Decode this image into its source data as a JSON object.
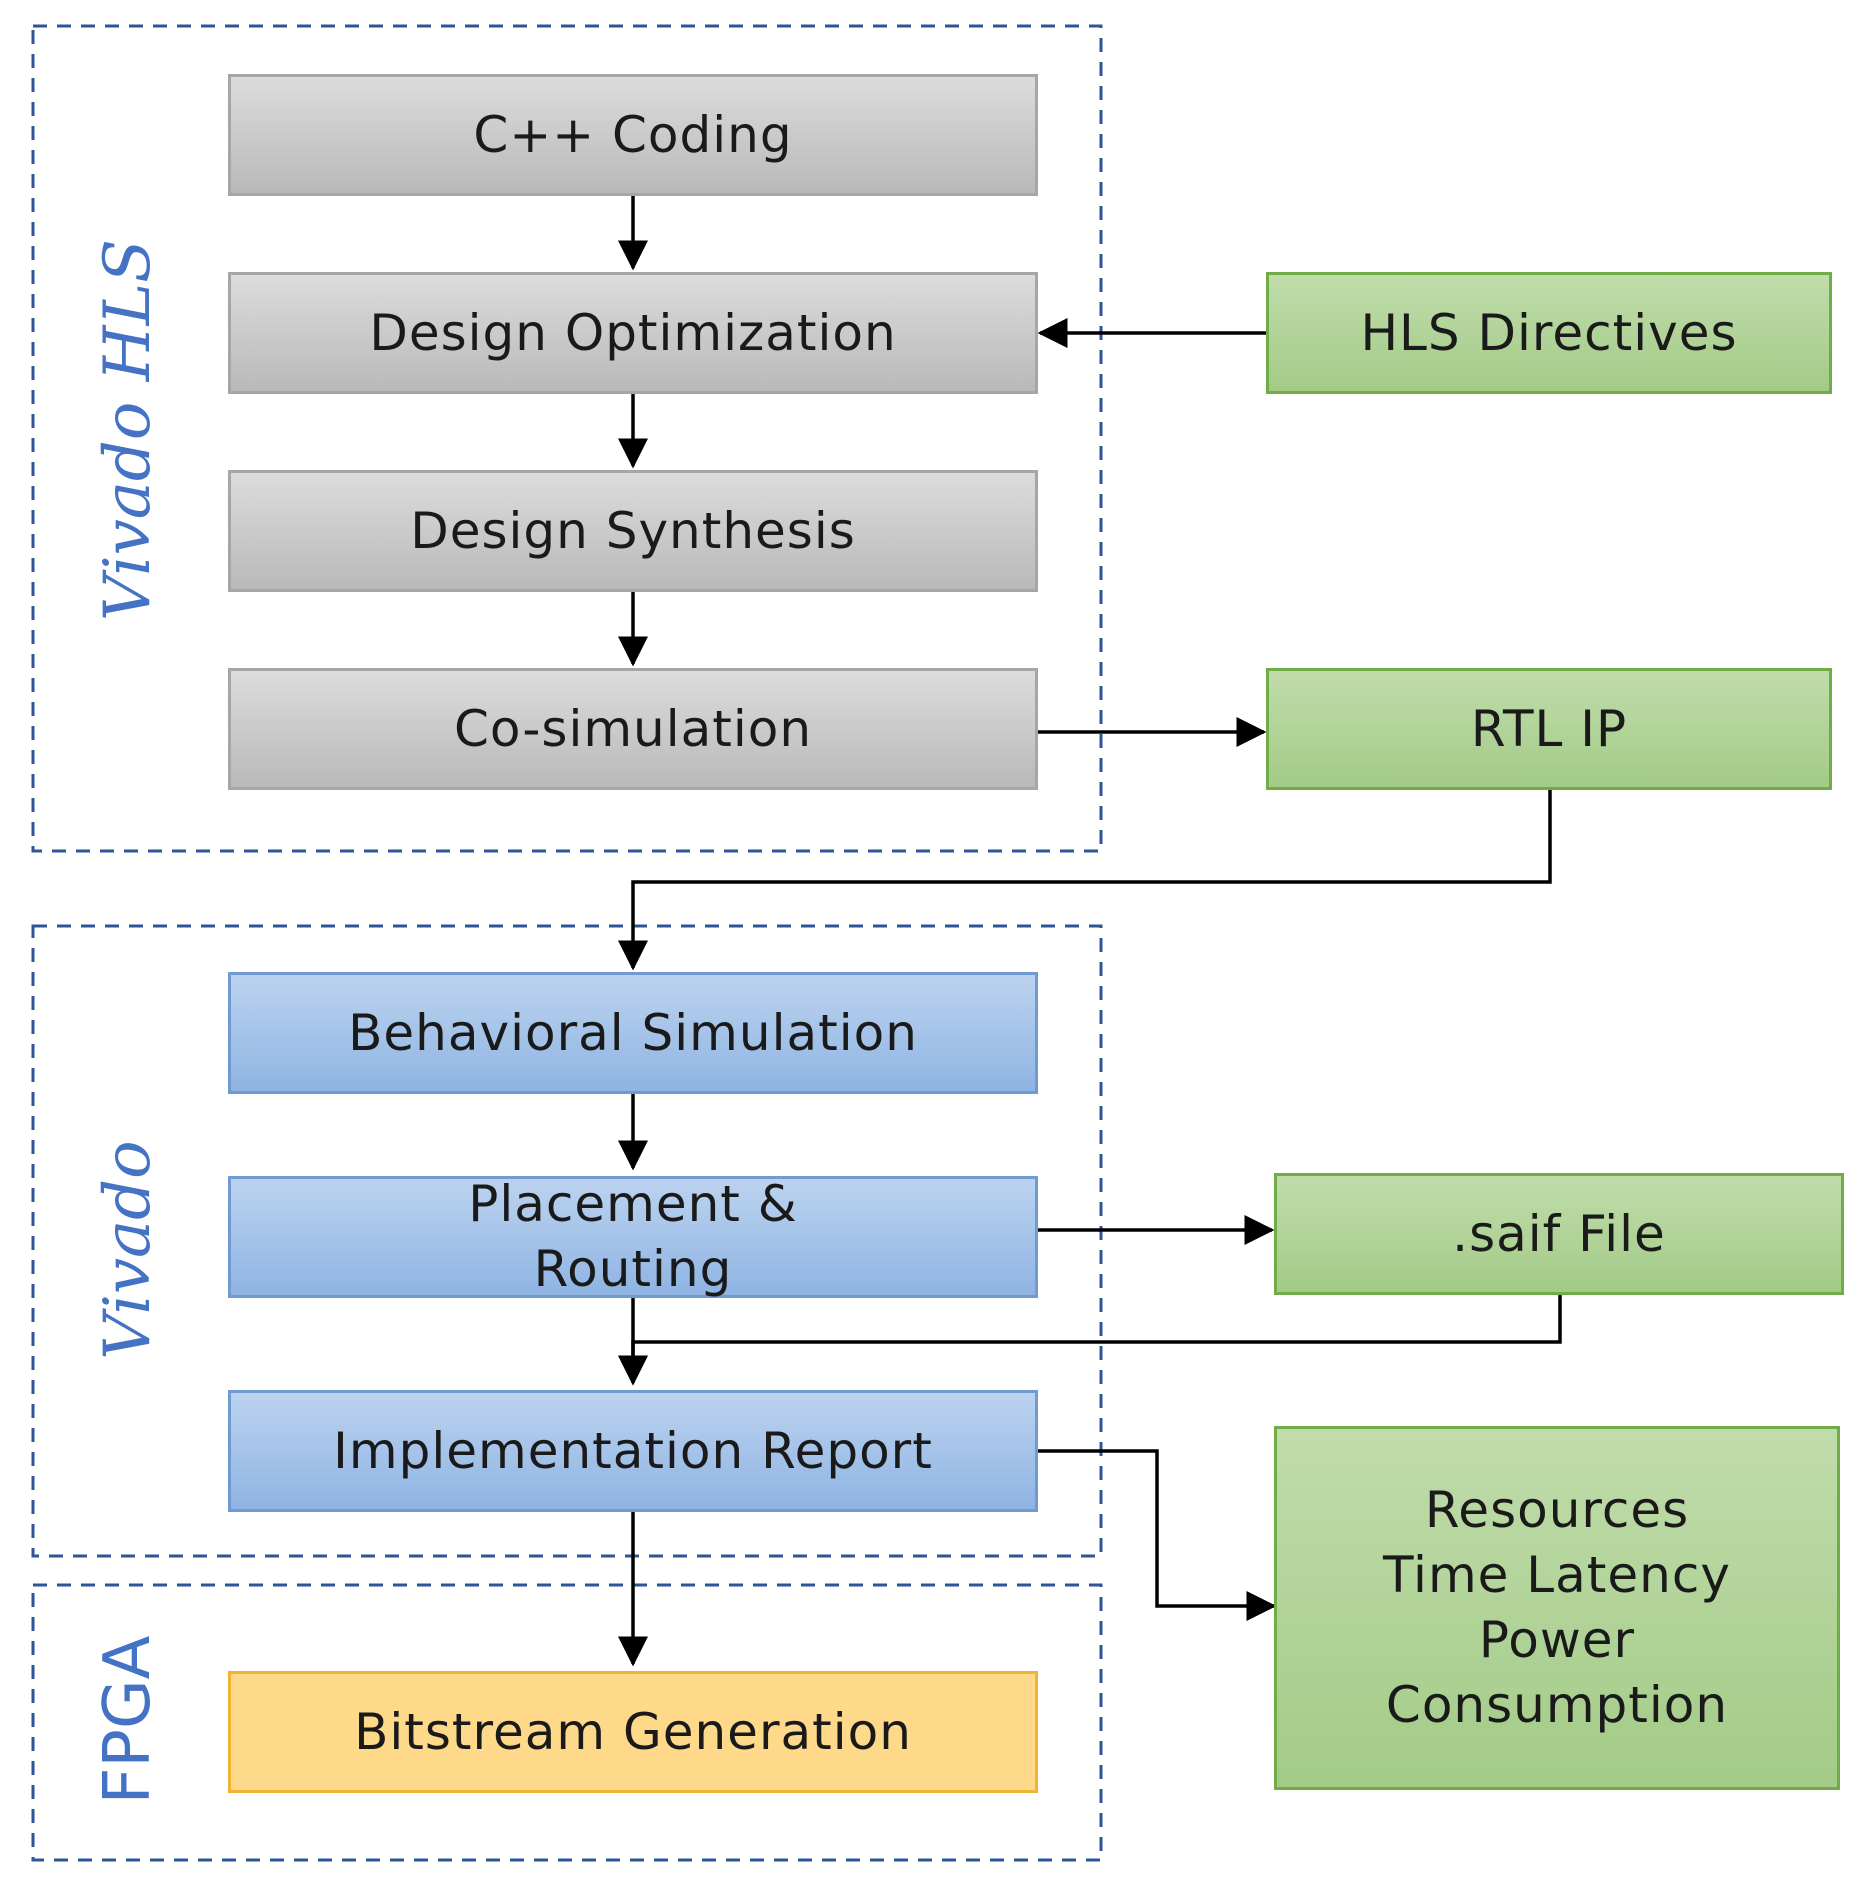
{
  "groups": {
    "vivado_hls": "Vivado HLS",
    "vivado": "Vivado",
    "fpga": "FPGA"
  },
  "steps": {
    "cpp_coding": "C++ Coding",
    "design_optimization": "Design Optimization",
    "design_synthesis": "Design Synthesis",
    "co_simulation": "Co-simulation",
    "behavioral_simulation": "Behavioral Simulation",
    "placement_routing_line1": "Placement &",
    "placement_routing_line2": "Routing",
    "implementation_report": "Implementation Report",
    "bitstream_generation": "Bitstream Generation"
  },
  "side": {
    "hls_directives": "HLS Directives",
    "rtl_ip": "RTL IP",
    "saif_file": ".saif File",
    "report_lines": [
      "Resources",
      "Time Latency",
      "Power",
      "Consumption"
    ]
  },
  "colors": {
    "group_border": "#2f5597",
    "group_label": "#4472c4",
    "hls_step": "#c8c8c8",
    "vivado_step": "#9dc3e6",
    "fpga_step": "#ffd98a",
    "side_box": "#a9d18e",
    "arrow": "#000000"
  }
}
